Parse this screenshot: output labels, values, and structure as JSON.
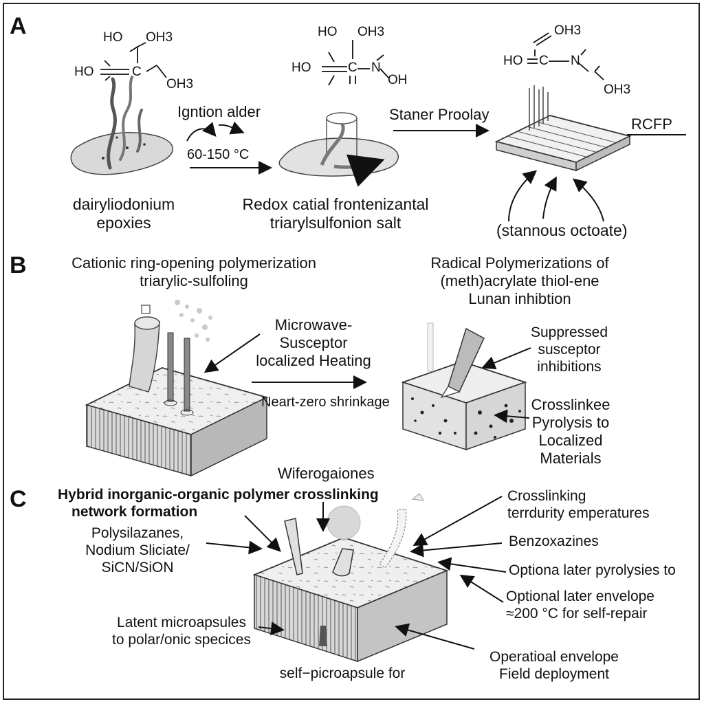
{
  "panels": {
    "a": "A",
    "b": "B",
    "c": "C"
  },
  "panel_a": {
    "chem1": {
      "l1": "HO",
      "l2": "OH3",
      "l3": "HO",
      "l4": "C",
      "l5": "OH3"
    },
    "chem2": {
      "l1": "HO",
      "l2": "OH3",
      "l3": "HO",
      "l4": "C",
      "l5": "N",
      "l6": "OH"
    },
    "chem3": {
      "l1": "OH3",
      "l2": "HO",
      "l3": "C",
      "l4": "N",
      "l5": "OH3"
    },
    "ignition_label": "Igntion alder",
    "temp_label": "60-150 °C",
    "staner_label": "Staner Proolay",
    "rcfp_label": "RCFP",
    "left_caption": {
      "line1": "dairyliodonium",
      "line2": "epoxies"
    },
    "mid_caption": {
      "line1": "Redox catial frontenizantal",
      "line2": "triarylsulfonion salt"
    },
    "right_caption": "(stannous octoate)"
  },
  "panel_b": {
    "left_title": {
      "line1": "Cationic ring-opening polymerization",
      "line2": "triarylic-sulfoling"
    },
    "right_title": {
      "line1": "Radical Polymerizations of",
      "line2": "(meth)acrylate thiol-ene",
      "line3": "Lunan inhibtion"
    },
    "microwave_label": {
      "line1": "Microwave-",
      "line2": "Susceptor",
      "line3": "localized Heating"
    },
    "shrinkage_label": "Neart-zero shrinkage",
    "suppressed_label": {
      "line1": "Suppressed",
      "line2": "susceptor",
      "line3": "inhibitions"
    },
    "crosslink_label": {
      "line1": "Crosslinkee",
      "line2": "Pyrolysis to",
      "line3": "Localized",
      "line4": "Materials"
    }
  },
  "panel_c": {
    "wifero_label": "Wiferogaiones",
    "hybrid_title": {
      "line1": "Hybrid inorganic-organic polymer crosslinking",
      "line2": "network formation"
    },
    "poly_label": {
      "line1": "Polysilazanes,",
      "line2": "Nodium Sliciate/",
      "line3": "SiCN/SiON"
    },
    "crosslinking_temp": {
      "line1": "Crosslinking",
      "line2": "terrdurity emperatures"
    },
    "benzoxazines": "Benzoxazines",
    "optiona_pyro": "Optiona later pyrolysies to",
    "optional_envelope": {
      "line1": "Optional later envelope",
      "line2": "≈200 °C for self-repair"
    },
    "latent_label": {
      "line1": "Latent microapsules",
      "line2": "to polar/onic specices"
    },
    "self_label": "self−picroapsule for",
    "operational_label": {
      "line1": "Operatioal envelope",
      "line2": "Field deployment"
    }
  }
}
